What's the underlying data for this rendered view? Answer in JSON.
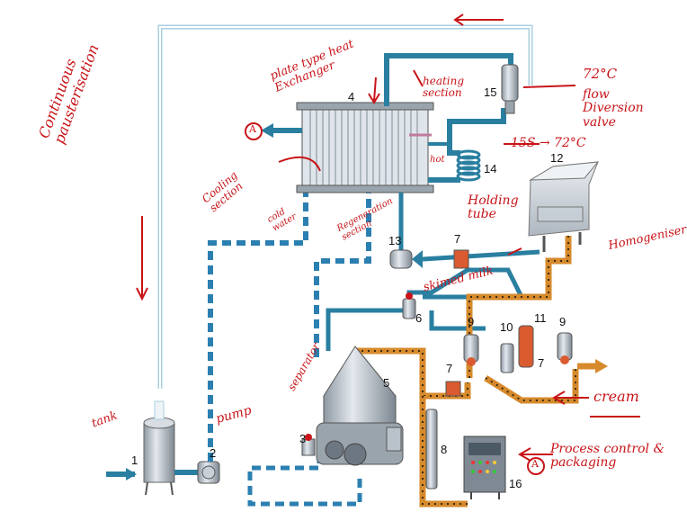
{
  "colors": {
    "product_blue": "#2a7fa0",
    "light_line": "#a9cfe0",
    "dashed_blue": "#2b7fb1",
    "cream_orange": "#d68a2c",
    "annotation_red": "#c81418",
    "metal": "#b9c2cb"
  },
  "components": [
    {
      "id": "1",
      "label": "1"
    },
    {
      "id": "2",
      "label": "2"
    },
    {
      "id": "3",
      "label": "3"
    },
    {
      "id": "4",
      "label": "4"
    },
    {
      "id": "5",
      "label": "5"
    },
    {
      "id": "6",
      "label": "6"
    },
    {
      "id": "7a",
      "label": "7"
    },
    {
      "id": "7b",
      "label": "7"
    },
    {
      "id": "7c",
      "label": "7"
    },
    {
      "id": "8",
      "label": "8"
    },
    {
      "id": "9a",
      "label": "9"
    },
    {
      "id": "9b",
      "label": "9"
    },
    {
      "id": "10",
      "label": "10"
    },
    {
      "id": "11",
      "label": "11"
    },
    {
      "id": "12",
      "label": "12"
    },
    {
      "id": "13",
      "label": "13"
    },
    {
      "id": "14",
      "label": "14"
    },
    {
      "id": "15",
      "label": "15"
    },
    {
      "id": "16",
      "label": "16"
    }
  ],
  "annotations": {
    "continuous_pasteurisation": "Continuous pausterisation",
    "plate_heat_exchanger": "plate type heat Exchanger",
    "heating_section": "heating section",
    "temp_72": "72°C",
    "flow_diversion_valve": "flow Diversion valve",
    "time_temp": "15S → 72°C",
    "hot": "hot",
    "holding_tube": "Holding tube",
    "homogeniser": "Homogeniser",
    "cooling_section": "Cooling section",
    "cold_water": "cold water",
    "regeneration_section": "Regeneration section",
    "skimmed_milk": "skimed milk",
    "separator": "separator",
    "tank": "tank",
    "pump": "pump",
    "cream": "cream",
    "process_control": "Process control & packaging",
    "circle_a": "A"
  }
}
